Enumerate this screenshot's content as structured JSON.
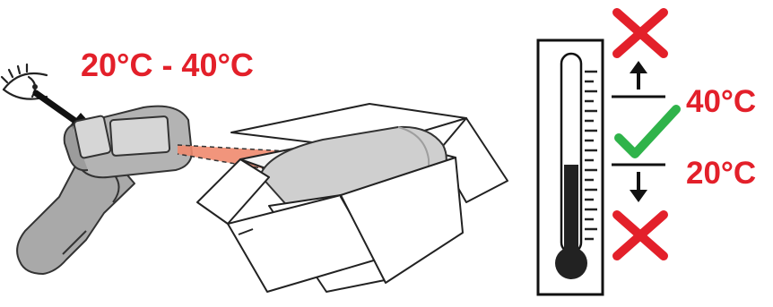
{
  "range_label": "20°C - 40°C",
  "upper_limit_label": "40°C",
  "lower_limit_label": "20°C",
  "colors": {
    "accent_red": "#e3202a",
    "check_green": "#2fb34a",
    "laser_beam": "#f08a6e",
    "gun_body": "#a9a9a9",
    "gun_screen": "#d6d6d6",
    "box_outline": "#222222",
    "roll": "#cfcfcf",
    "thermometer_fill": "#222222"
  },
  "icons": [
    "eye-icon",
    "arrow-icon",
    "infrared-thermometer-gun",
    "cardboard-box",
    "thermometer-icon",
    "cross-icon",
    "check-icon",
    "arrow-up-icon",
    "arrow-down-icon"
  ]
}
